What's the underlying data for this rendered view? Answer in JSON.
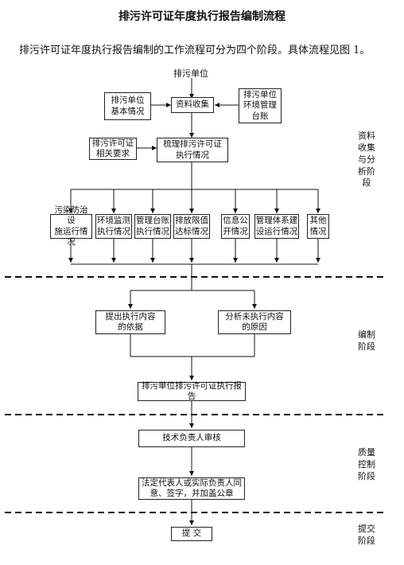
{
  "title": "排污许可证年度执行报告编制流程",
  "intro": "排污许可证年度执行报告编制的工作流程可分为四个阶段。具体流程见图 1。",
  "diagram": {
    "top_label": "排污单位",
    "boxes": {
      "unit_basic": "排污单位\n基本情况",
      "data_collect": "资料收集",
      "env_ledger": "排污单位\n环境管理\n台账",
      "permit_req": "排污许可证\n相关要求",
      "sort_permit": "梳理排污许可证\n执行情况",
      "cat_pollution": "污染防治设\n施运行情况",
      "cat_monitor": "环境监测\n执行情况",
      "cat_ledger": "管理台账\n执行情况",
      "cat_emission": "排放限值\n达标情况",
      "cat_disclosure": "信息公\n开情况",
      "cat_mgmt_system": "管理体系建\n设运行情况",
      "cat_other": "其他\n情况",
      "basis": "提出执行内容\n的依据",
      "reasons": "分析未执行内容\n的原因",
      "report": "排污单位排污许可证执行报告",
      "tech_review": "技术负责人审核",
      "legal_sign": "法定代表人或实际负责人同\n意、签字，并加盖公章",
      "submit": "提 交"
    },
    "stages": {
      "s1": "资料\n收集\n与分\n析阶\n段",
      "s2": "编制\n阶段",
      "s3": "质量\n控制\n阶段",
      "s4": "提交\n阶段"
    }
  }
}
